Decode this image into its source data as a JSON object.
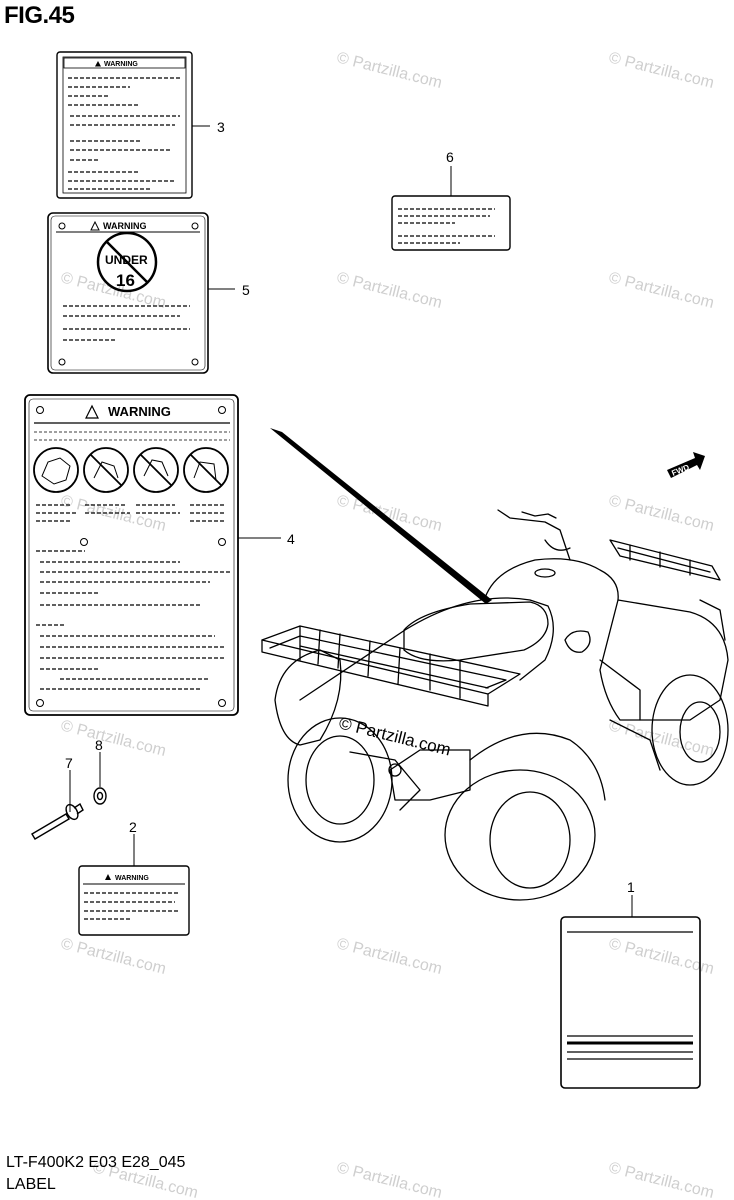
{
  "figure": {
    "title": "FIG.45",
    "code": "LT-F400K2 E03 E28_045",
    "section": "LABEL"
  },
  "watermark": "© Partzilla.com",
  "callouts": [
    "1",
    "2",
    "3",
    "4",
    "5",
    "6",
    "7",
    "8"
  ],
  "labels": {
    "warning_small": "WARNING",
    "warning_large": "WARNING",
    "age_sign_top": "UNDER",
    "age_sign_number": "16",
    "fwd_arrow": "FWD"
  },
  "colors": {
    "line": "#000000",
    "watermark": "#cfcfcf",
    "background": "#ffffff"
  }
}
